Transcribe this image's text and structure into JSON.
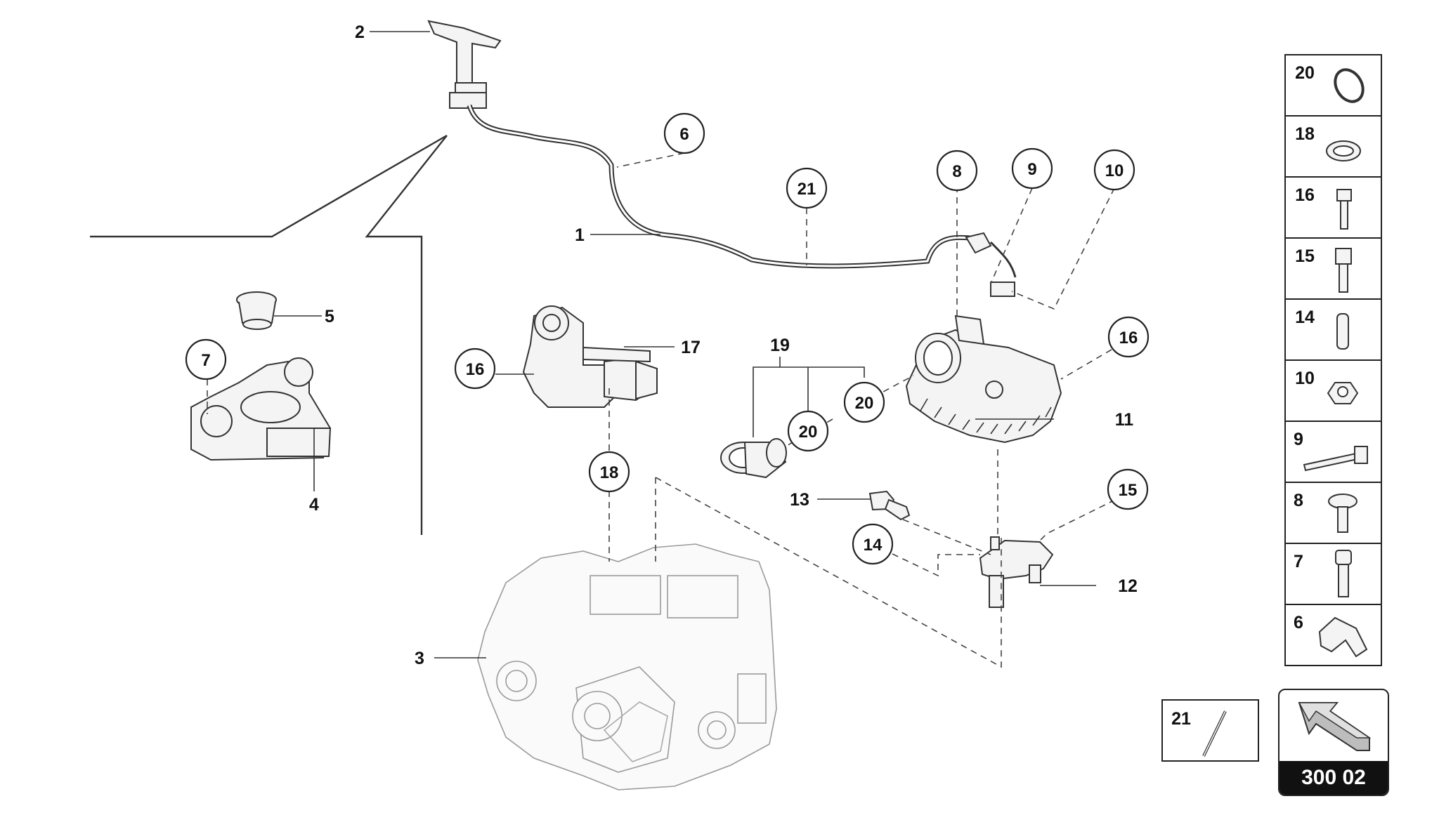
{
  "diagram": {
    "callouts": {
      "c6": "6",
      "c21": "21",
      "c8": "8",
      "c9": "9",
      "c10": "10",
      "c7": "7",
      "c16a": "16",
      "c16b": "16",
      "c18": "18",
      "c20a": "20",
      "c20b": "20",
      "c14": "14",
      "c15": "15"
    },
    "leader_labels": {
      "l1": "1",
      "l2": "2",
      "l3": "3",
      "l4": "4",
      "l5": "5",
      "l11": "11",
      "l12": "12",
      "l13": "13",
      "l17": "17",
      "l19": "19"
    }
  },
  "key_panel": {
    "items": [
      "20",
      "18",
      "16",
      "15",
      "14",
      "10",
      "9",
      "8",
      "7",
      "6"
    ],
    "extra_item": "21"
  },
  "navigation": {
    "page_code": "300 02",
    "arrow_icon": "navigation-arrow-icon"
  }
}
